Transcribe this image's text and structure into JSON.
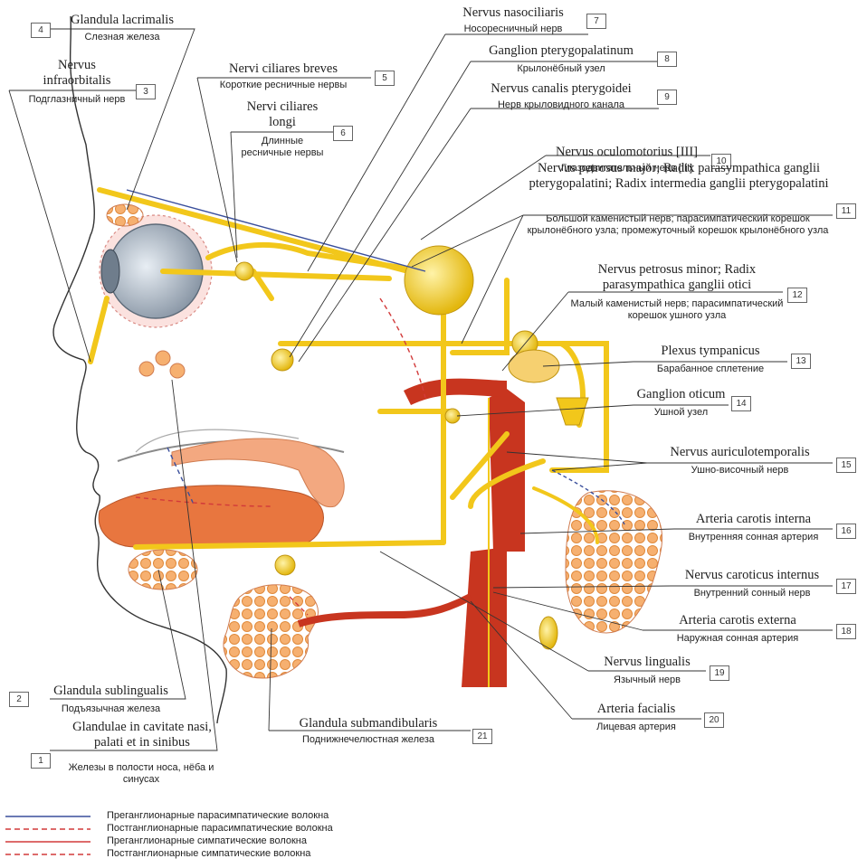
{
  "labels": {
    "l1": {
      "num": "1",
      "latin": "Glandulae in cavitate nasi, palati et in sinibus",
      "ru": "Железы в полости носа, нёба и синусах"
    },
    "l2": {
      "num": "2",
      "latin": "Glandula sublingualis",
      "ru": "Подъязычная железа"
    },
    "l3": {
      "num": "3",
      "latin": "Nervus infraorbitalis",
      "ru": "Подглазничный нерв"
    },
    "l4": {
      "num": "4",
      "latin": "Glandula lacrimalis",
      "ru": "Слезная железа"
    },
    "l5": {
      "num": "5",
      "latin": "Nervi ciliares breves",
      "ru": "Короткие ресничные нервы"
    },
    "l6": {
      "num": "6",
      "latin": "Nervi ciliares longi",
      "ru": "Длинные ресничные нервы"
    },
    "l7": {
      "num": "7",
      "latin": "Nervus nasociliaris",
      "ru": "Носоресничный нерв"
    },
    "l8": {
      "num": "8",
      "latin": "Ganglion pterygopalatinum",
      "ru": "Крылонёбный узел"
    },
    "l9": {
      "num": "9",
      "latin": "Nervus canalis pterygoidei",
      "ru": "Нерв крыловидного канала"
    },
    "l10": {
      "num": "10",
      "latin": "Nervus oculomotorius [III]",
      "ru": "Глазодвигательный нерв [III]"
    },
    "l11": {
      "num": "11",
      "latin": "Nervus petrosus major; Radix parasympathica ganglii pterygopalatini; Radix intermedia ganglii pterygopalatini",
      "ru": "Большой каменистый нерв; парасимпатический корешок крылонёбного узла; промежуточный корешок крылонёбного узла"
    },
    "l12": {
      "num": "12",
      "latin": "Nervus petrosus minor; Radix parasympathica ganglii otici",
      "ru": "Малый каменистый нерв; парасимпатический корешок ушного узла"
    },
    "l13": {
      "num": "13",
      "latin": "Plexus tympanicus",
      "ru": "Барабанное сплетение"
    },
    "l14": {
      "num": "14",
      "latin": "Ganglion oticum",
      "ru": "Ушной узел"
    },
    "l15": {
      "num": "15",
      "latin": "Nervus auriculotemporalis",
      "ru": "Ушно-височный нерв"
    },
    "l16": {
      "num": "16",
      "latin": "Arteria carotis interna",
      "ru": "Внутренняя сонная артерия"
    },
    "l17": {
      "num": "17",
      "latin": "Nervus caroticus internus",
      "ru": "Внутренний сонный нерв"
    },
    "l18": {
      "num": "18",
      "latin": "Arteria carotis externa",
      "ru": "Наружная сонная артерия"
    },
    "l19": {
      "num": "19",
      "latin": "Nervus lingualis",
      "ru": "Язычный нерв"
    },
    "l20": {
      "num": "20",
      "latin": "Arteria facialis",
      "ru": "Лицевая артерия"
    },
    "l21": {
      "num": "21",
      "latin": "Glandula submandibularis",
      "ru": "Поднижнечелюстная железа"
    }
  },
  "legend": [
    {
      "text": "Преганглионарные парасимпатические волокна",
      "color": "#3a4f9c",
      "style": "solid"
    },
    {
      "text": "Постганглионарные парасимпатические волокна",
      "color": "#d23a3a",
      "style": "dashed"
    },
    {
      "text": "Преганглионарные симпатические волокна",
      "color": "#d23a3a",
      "style": "solid"
    },
    {
      "text": "Постганглионарные симпатические волокна",
      "color": "#d23a3a",
      "style": "dashed"
    }
  ],
  "colors": {
    "nerve": "#f2c71b",
    "artery": "#c8351f",
    "gland": "#f2a05a",
    "leader": "#333333"
  }
}
